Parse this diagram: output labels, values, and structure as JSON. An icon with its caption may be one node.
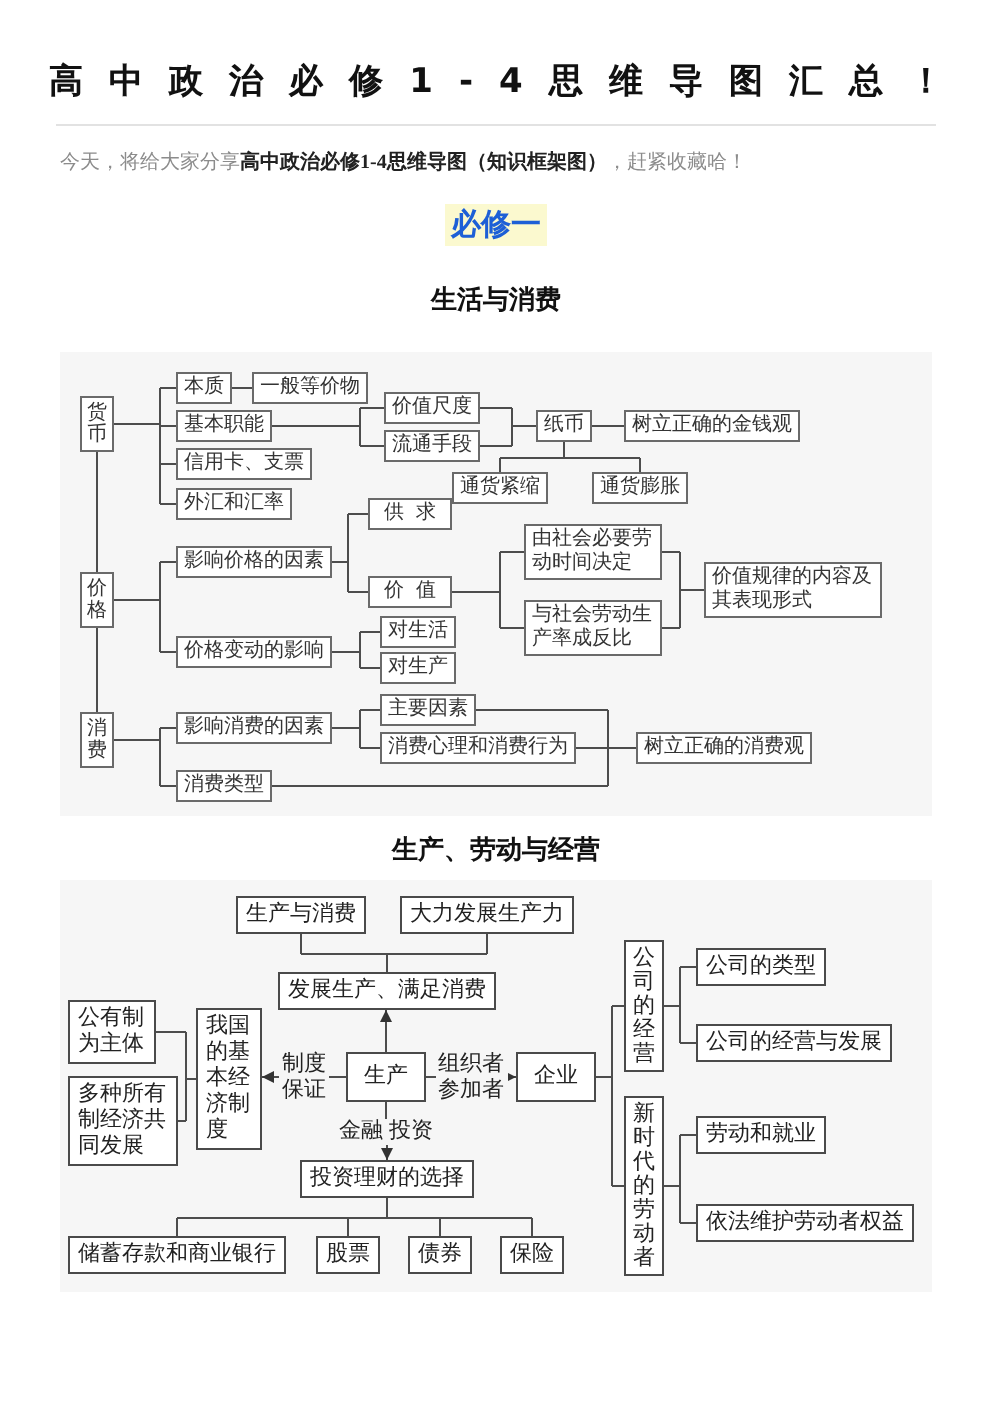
{
  "diagram": {
    "title": "高中政治必修1-4思维导图汇总！",
    "nodes": [
      {
        "text": [
          "货币"
        ]
      },
      {
        "text": [
          "本质"
        ]
      },
      {
        "text": [
          "一般等价物"
        ]
      },
      {
        "text": [
          "基本职能"
        ]
      },
      {
        "text": [
          "价值尺度"
        ]
      },
      {
        "text": [
          "流通手段"
        ]
      },
      {
        "text": [
          "纸币"
        ]
      },
      {
        "text": [
          "树立正确的金钱观"
        ]
      },
      {
        "text": [
          "通货紧缩"
        ]
      },
      {
        "text": [
          "通货膨胀"
        ]
      },
      {
        "text": [
          "信用卡、支票"
        ]
      },
      {
        "text": [
          "外汇和汇率"
        ]
      },
      {
        "text": [
          "价格"
        ]
      },
      {
        "text": [
          "影响价格的因素"
        ]
      },
      {
        "text": [
          "供求"
        ]
      },
      {
        "text": [
          "价值"
        ]
      },
      {
        "text": [
          "由社会必要劳动时间决定"
        ]
      },
      {
        "text": [
          "与社会劳动生产率成反比"
        ]
      },
      {
        "text": [
          "价值规律的内容及其表现形式"
        ]
      },
      {
        "text": [
          "价格变动的影响"
        ]
      },
      {
        "text": [
          "对生活"
        ]
      },
      {
        "text": [
          "对生产"
        ]
      },
      {
        "text": [
          "消费"
        ]
      },
      {
        "text": [
          "影响消费的因素"
        ]
      },
      {
        "text": [
          "主要因素"
        ]
      },
      {
        "text": [
          "消费心理和消费行为"
        ]
      },
      {
        "text": [
          "树立正确的消费观"
        ]
      },
      {
        "text": [
          "消费类型"
        ]
      },
      {
        "text": [
          "生产与消费"
        ]
      },
      {
        "text": [
          "大力发展生产力"
        ]
      },
      {
        "text": [
          "发展生产、满足消费"
        ]
      },
      {
        "text": [
          "公有制为主体"
        ]
      },
      {
        "text": [
          "多种所有制经济共同发展"
        ]
      },
      {
        "text": [
          "我国的基本经济制度"
        ]
      },
      {
        "text": [
          "生产"
        ]
      },
      {
        "text": [
          "企业"
        ]
      },
      {
        "text": [
          "公司的经营"
        ]
      },
      {
        "text": [
          "公司的类型"
        ]
      },
      {
        "text": [
          "公司的经营与发展"
        ]
      },
      {
        "text": [
          "新时代的劳动者"
        ]
      },
      {
        "text": [
          "劳动和就业"
        ]
      },
      {
        "text": [
          "依法维护劳动者权益"
        ]
      },
      {
        "text": [
          "投资理财的选择"
        ]
      },
      {
        "text": [
          "储蓄存款和商业银行"
        ]
      },
      {
        "text": [
          "股票"
        ]
      },
      {
        "text": [
          "债券"
        ]
      },
      {
        "text": [
          "保险"
        ]
      }
    ],
    "edges": [
      {
        "from": 0,
        "to": 1,
        "arrow": "none"
      },
      {
        "from": 0,
        "to": 3,
        "arrow": "none"
      },
      {
        "from": 0,
        "to": 10,
        "arrow": "none"
      },
      {
        "from": 0,
        "to": 11,
        "arrow": "none"
      },
      {
        "from": 1,
        "to": 2,
        "arrow": "none"
      },
      {
        "from": 3,
        "to": 4,
        "arrow": "none"
      },
      {
        "from": 3,
        "to": 5,
        "arrow": "none"
      },
      {
        "from": 4,
        "to": 6,
        "arrow": "none"
      },
      {
        "from": 5,
        "to": 6,
        "arrow": "none"
      },
      {
        "from": 6,
        "to": 7,
        "arrow": "none"
      },
      {
        "from": 6,
        "to": 8,
        "arrow": "none"
      },
      {
        "from": 6,
        "to": 9,
        "arrow": "none"
      },
      {
        "from": 0,
        "to": 12,
        "arrow": "none"
      },
      {
        "from": 12,
        "to": 22,
        "arrow": "none"
      },
      {
        "from": 12,
        "to": 13,
        "arrow": "none"
      },
      {
        "from": 12,
        "to": 19,
        "arrow": "none"
      },
      {
        "from": 13,
        "to": 14,
        "arrow": "none"
      },
      {
        "from": 13,
        "to": 15,
        "arrow": "none"
      },
      {
        "from": 15,
        "to": 16,
        "arrow": "none"
      },
      {
        "from": 15,
        "to": 17,
        "arrow": "none"
      },
      {
        "from": 16,
        "to": 18,
        "arrow": "none"
      },
      {
        "from": 17,
        "to": 18,
        "arrow": "none"
      },
      {
        "from": 19,
        "to": 20,
        "arrow": "none"
      },
      {
        "from": 19,
        "to": 21,
        "arrow": "none"
      },
      {
        "from": 22,
        "to": 23,
        "arrow": "none"
      },
      {
        "from": 22,
        "to": 27,
        "arrow": "none"
      },
      {
        "from": 23,
        "to": 24,
        "arrow": "none"
      },
      {
        "from": 23,
        "to": 25,
        "arrow": "none"
      },
      {
        "from": 24,
        "to": 26,
        "arrow": "none"
      },
      {
        "from": 25,
        "to": 26,
        "arrow": "none"
      },
      {
        "from": 27,
        "to": 26,
        "arrow": "none"
      },
      {
        "from": 28,
        "to": 30,
        "arrow": "none"
      },
      {
        "from": 29,
        "to": 30,
        "arrow": "none"
      },
      {
        "from": 34,
        "to": 30,
        "arrow": "to"
      },
      {
        "from": 34,
        "to": 33,
        "arrow": "to",
        "label": "制度保证"
      },
      {
        "from": 34,
        "to": 35,
        "arrow": "to",
        "label": "组织者参加者"
      },
      {
        "from": 34,
        "to": 42,
        "arrow": "to",
        "label": "金融 投资"
      },
      {
        "from": 31,
        "to": 33,
        "arrow": "none"
      },
      {
        "from": 32,
        "to": 33,
        "arrow": "none"
      },
      {
        "from": 35,
        "to": 36,
        "arrow": "none"
      },
      {
        "from": 35,
        "to": 39,
        "arrow": "none"
      },
      {
        "from": 36,
        "to": 37,
        "arrow": "none"
      },
      {
        "from": 36,
        "to": 38,
        "arrow": "none"
      },
      {
        "from": 39,
        "to": 40,
        "arrow": "none"
      },
      {
        "from": 39,
        "to": 41,
        "arrow": "none"
      },
      {
        "from": 42,
        "to": 43,
        "arrow": "none"
      },
      {
        "from": 42,
        "to": 44,
        "arrow": "none"
      },
      {
        "from": 42,
        "to": 45,
        "arrow": "none"
      },
      {
        "from": 42,
        "to": 46,
        "arrow": "none"
      }
    ],
    "labels": [
      "今天，将给大家分享**高中政治必修1-4思维导图（知识框架图）**，赶紧收藏哈！",
      "必修一",
      "生活与消费",
      "生产、劳动与经营"
    ]
  }
}
